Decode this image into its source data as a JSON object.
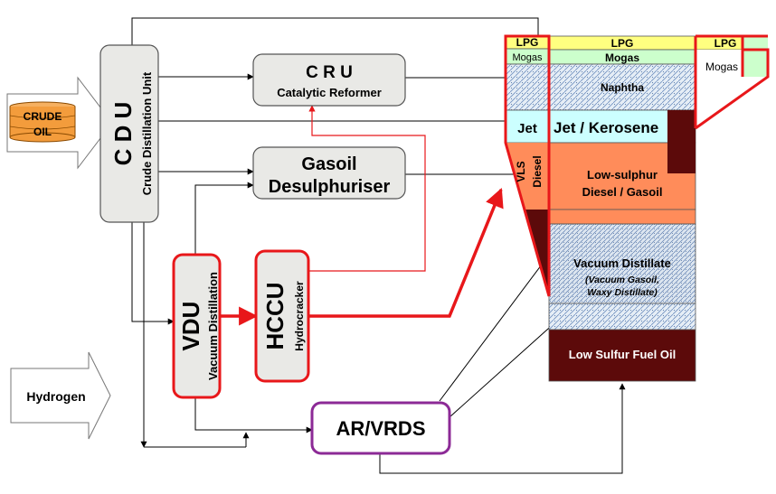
{
  "inputs": {
    "crude_oil": [
      "CRUDE",
      "OIL"
    ],
    "hydrogen": "Hydrogen"
  },
  "units": {
    "cdu": {
      "abbr": "C D U",
      "name": "Crude Distillation Unit"
    },
    "cru": {
      "abbr": "C R U",
      "name": "Catalytic Reformer"
    },
    "gasoil": {
      "line1": "Gasoil",
      "line2": "Desulphuriser"
    },
    "vdu": {
      "abbr": "VDU",
      "name": "Vacuum Distillation"
    },
    "hccu": {
      "abbr": "HCCU",
      "name": "Hydrocracker"
    },
    "arvrds": {
      "abbr": "AR/VRDS"
    }
  },
  "products": {
    "lpg": "LPG",
    "mogas": "Mogas",
    "naphtha": "Naphtha",
    "jet_small": "Jet",
    "jet_kerosene": "Jet / Kerosene",
    "vls": "VLS",
    "diesel_small": "Diesel",
    "ls_diesel_line1": "Low-sulphur",
    "ls_diesel_line2": "Diesel / Gasoil",
    "vac_dist": "Vacuum Distillate",
    "vac_dist_sub1": "(Vacuum Gasoil,",
    "vac_dist_sub2": "Waxy Distillate)",
    "fuel_oil": "Low Sulfur Fuel Oil"
  },
  "colors": {
    "lpg": "#ffff80",
    "mogas": "#ccffcc",
    "jet": "#ccffff",
    "diesel": "#ff8c5a",
    "fuel_oil": "#5c0a0a",
    "crude": "#f39c3c",
    "red": "#e8171a",
    "purple": "#8c2a96"
  }
}
